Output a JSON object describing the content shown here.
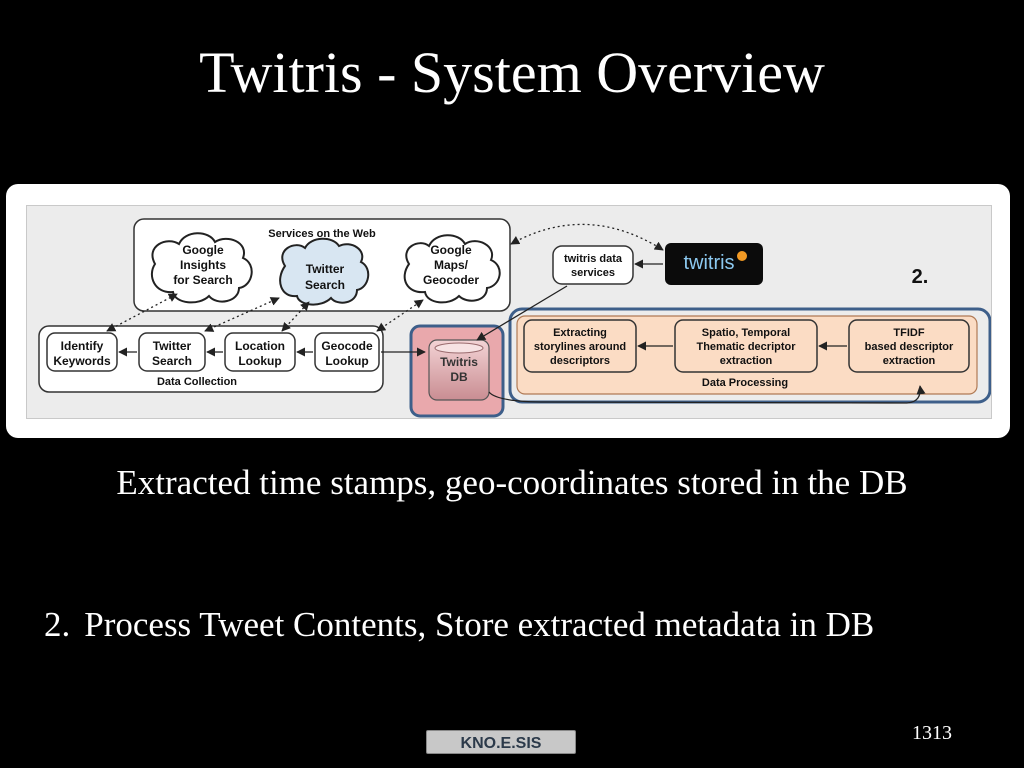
{
  "slide": {
    "title": "Twitris - System Overview",
    "caption": "Extracted time stamps, geo-coordinates stored in the DB",
    "point_number": "2.",
    "point_text": "Process Tweet Contents, Store extracted metadata in DB",
    "slide_number": "1313"
  },
  "logo": {
    "text": "KNO.E.SIS"
  },
  "diagram": {
    "step_marker": "2.",
    "services_group_label": "Services  on the Web",
    "cloud_google_insights": [
      "Google",
      "Insights",
      "for Search"
    ],
    "cloud_twitter_search": [
      "Twitter",
      "Search"
    ],
    "cloud_google_maps": [
      "Google",
      "Maps/",
      "Geocoder"
    ],
    "twitris_data_services": [
      "twitris data",
      "services"
    ],
    "twitris_logo_text": "twitris",
    "data_collection_label": "Data Collection",
    "identify_keywords": [
      "Identify",
      "Keywords"
    ],
    "twitter_search": [
      "Twitter",
      "Search"
    ],
    "location_lookup": [
      "Location",
      "Lookup"
    ],
    "geocode_lookup": [
      "Geocode",
      "Lookup"
    ],
    "twitris_db": [
      "Twitris",
      "DB"
    ],
    "data_processing_label": "Data Processing",
    "extracting_storylines": [
      "Extracting",
      "storylines around",
      "descriptors"
    ],
    "spatio_temporal": [
      "Spatio, Temporal",
      "Thematic decriptor",
      "extraction"
    ],
    "tfidf": [
      "TFIDF",
      "based descriptor",
      "extraction"
    ],
    "colors": {
      "processing_fill": "#fbdcc4",
      "db_fill": "#e9a8ac",
      "highlight_border": "#3e5f8a",
      "slide_background": "#000000"
    }
  }
}
